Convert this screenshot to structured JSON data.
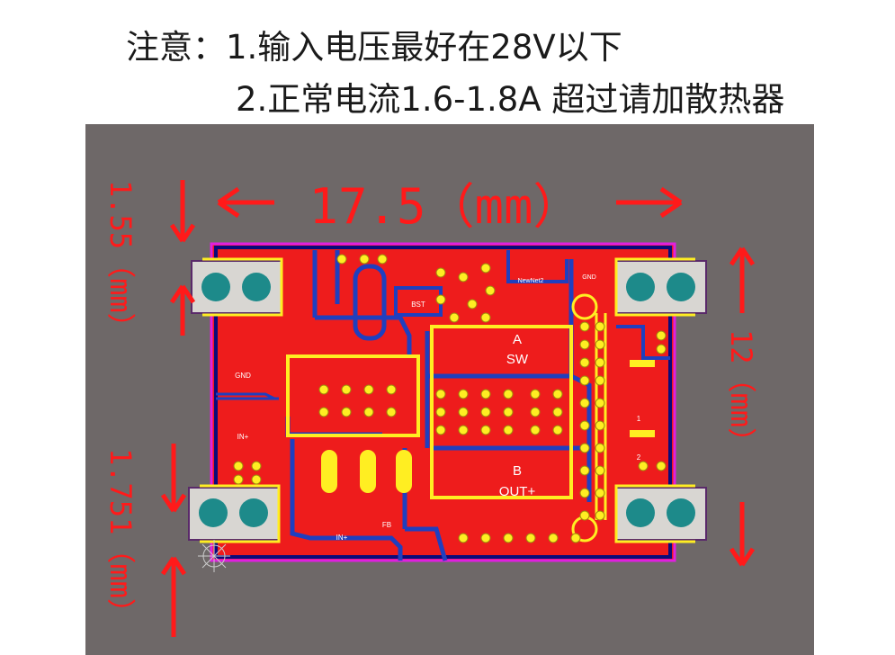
{
  "notes": {
    "line1": "注意：1.输入电压最好在28V以下",
    "line2": "2.正常电流1.6-1.8A 超过请加散热器"
  },
  "dimensions": {
    "width": "17.5（mm）",
    "height": "12（mm）",
    "top_offset": "1.55（mm）",
    "bottom_offset": "1.751（mm）"
  },
  "silkscreen": {
    "sw_net": "A",
    "sw_label": "SW",
    "out_net": "B",
    "out_label": "OUT+",
    "gnd_left": "GND",
    "in_plus": "IN+",
    "in_plus2": "IN+",
    "fb": "FB",
    "newnet": "NewNet2",
    "gnd_right": "GND",
    "bst": "BST",
    "pin1": "1",
    "pin2": "2"
  },
  "colors": {
    "background": "#ffffff",
    "board_bg": "#6e6868",
    "copper": "#ee1c1c",
    "trace": "#1f3fbf",
    "silk": "#ffee22",
    "dimension": "#ff1a1a",
    "pad": "#1d8a8a",
    "pad_body": "#d8d6d2",
    "outline": "#e020e0"
  }
}
